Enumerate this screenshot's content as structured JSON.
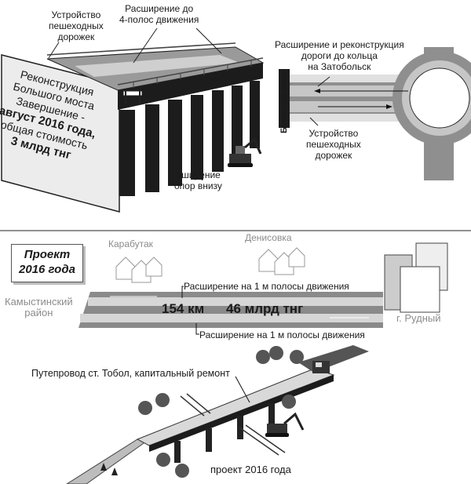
{
  "top": {
    "sidewalks_label": [
      "Устройство",
      "пешеходных",
      "дорожек"
    ],
    "lanes_label": [
      "Расширение до",
      "4-полос движения"
    ],
    "sign": {
      "line1": "Реконструкция",
      "line2": "Большого моста",
      "line3": "Завершение -",
      "line4": "август 2016 года,",
      "line5": "общая стоимость",
      "line6": "3 млрд тнг"
    },
    "piers_label": [
      "Уширение",
      "опор внизу"
    ],
    "roundabout_label": [
      "Расширение и реконструкция",
      "дороги до кольца",
      "на Затобольск"
    ],
    "bridge_vertical": "Большой мост",
    "sidewalks_right_label": [
      "Устройство",
      "пешеходных",
      "дорожек"
    ]
  },
  "bottom": {
    "project_badge": [
      "Проект",
      "2016 года"
    ],
    "town_karabutak": "Карабутак",
    "town_denisovka": "Денисовка",
    "region_left": [
      "Камыстинский",
      "район"
    ],
    "town_rudny": "г. Рудный",
    "widen_top": "Расширение на 1 м полосы движения",
    "widen_bottom": "Расширение на 1 м полосы движения",
    "length": "154 км",
    "cost": "46 млрд тнг",
    "overpass_label": "Путепровод ст. Тобол, капитальный ремонт",
    "project_footer": "проект  2016 года"
  },
  "colors": {
    "asphalt": "#8a8a8a",
    "dark": "#1c1c1c",
    "light": "#d9d9d9",
    "gray_text": "#8c8c8c"
  }
}
